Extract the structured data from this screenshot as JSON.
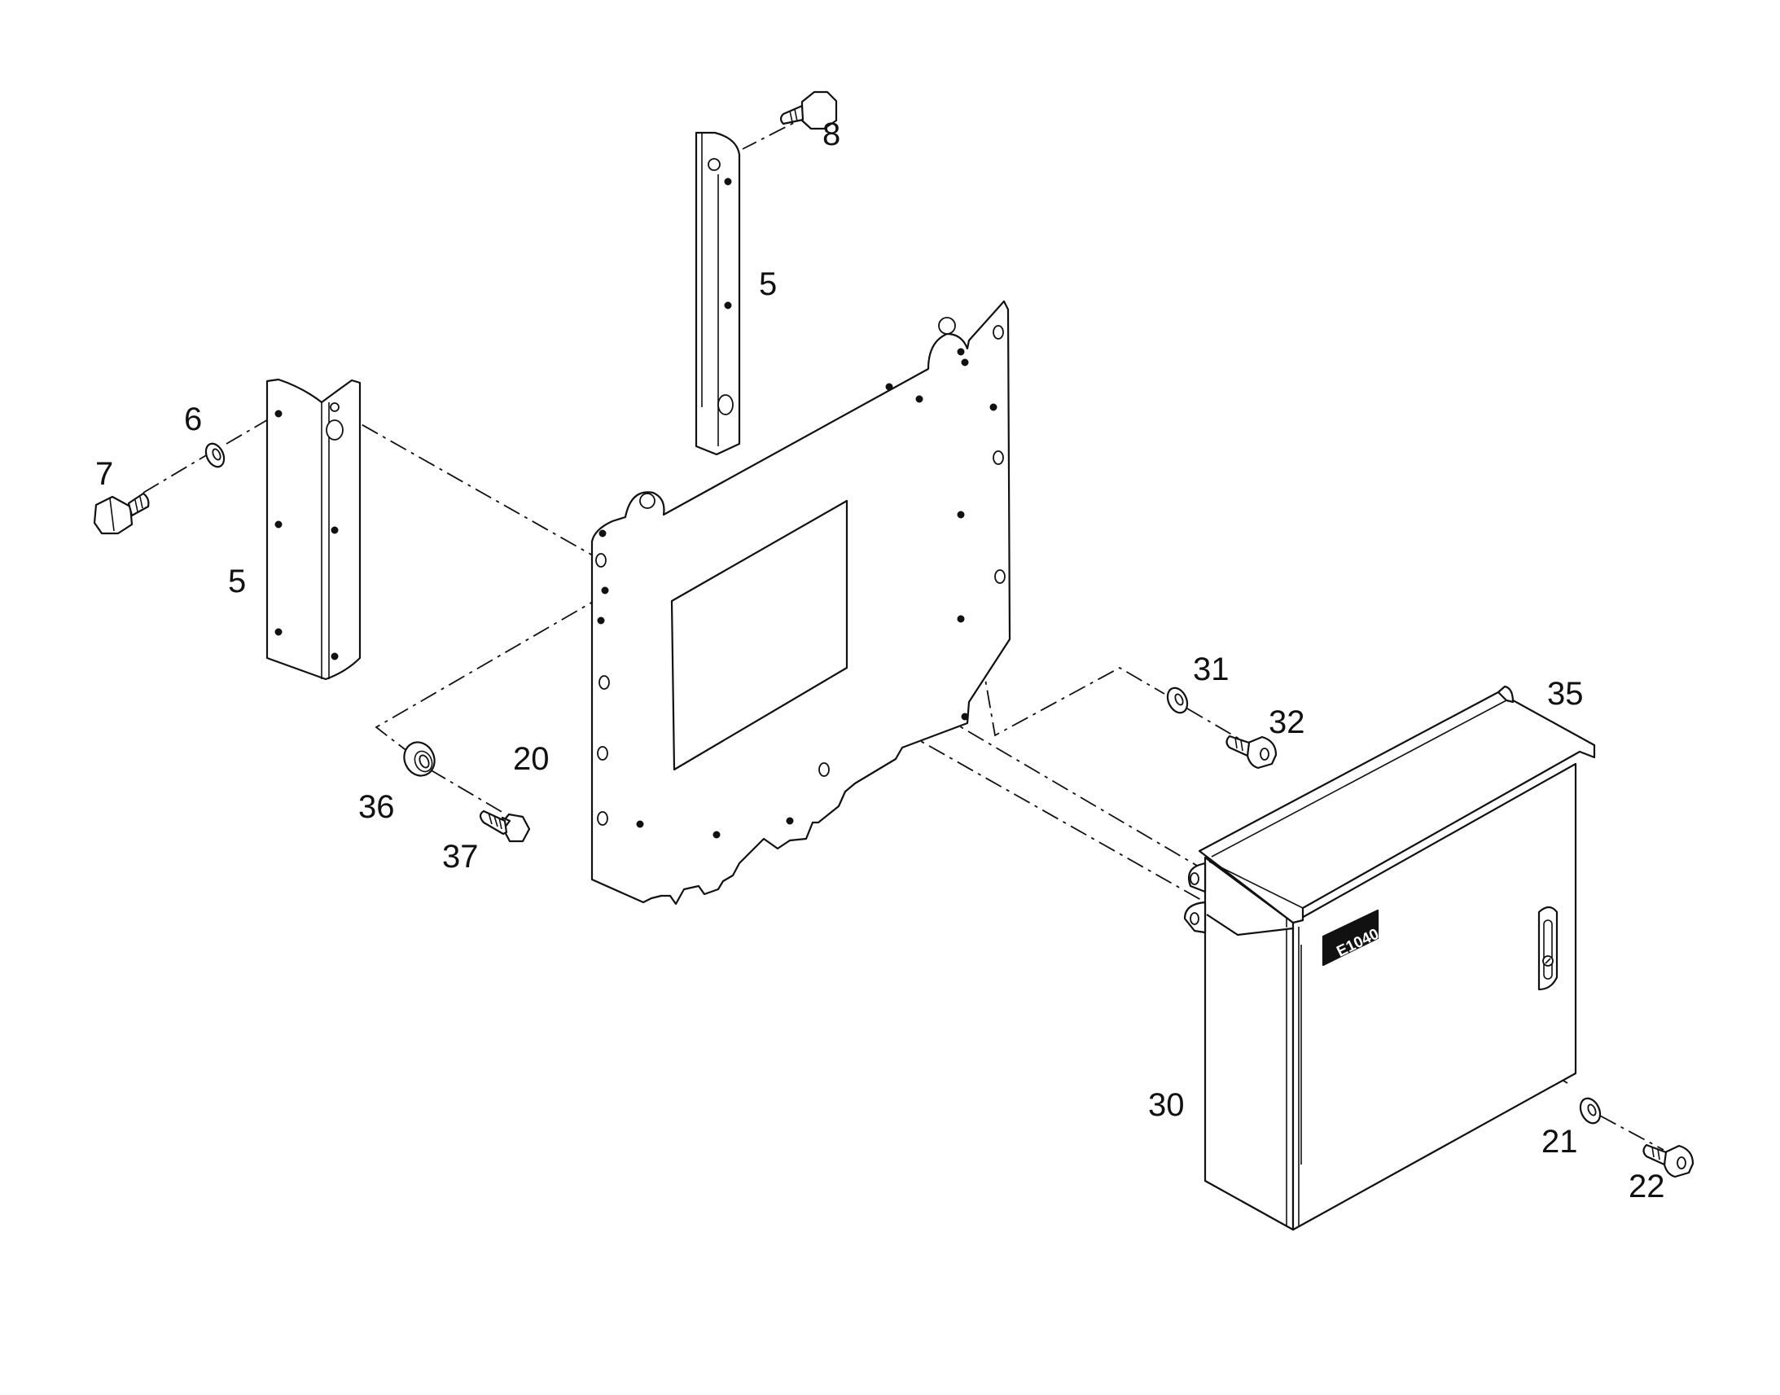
{
  "labels": {
    "bracket_top": "5",
    "bracket_left": "5",
    "washer_left": "6",
    "bolt_left": "7",
    "bolt_top": "8",
    "assembly_plate": "20",
    "washer_bottom_right": "21",
    "screw_bottom_right": "22",
    "enclosure": "30",
    "washer_upper_right": "31",
    "screw_upper_right": "32",
    "rain_hood": "35",
    "washer_plate": "36",
    "screw_plate": "37"
  },
  "enclosure_badge": "E1040",
  "colors": {
    "line": "#111111",
    "background": "#ffffff"
  }
}
